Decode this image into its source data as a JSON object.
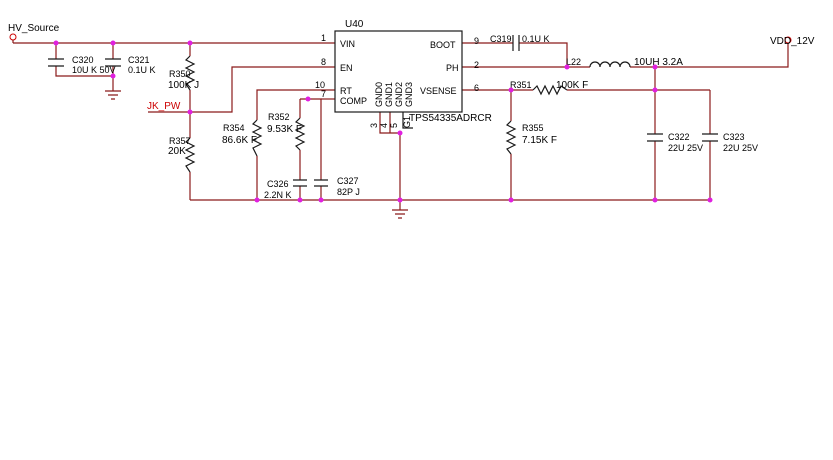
{
  "nets": {
    "hv_source": "HV_Source",
    "vdd_12v": "VDD_12V",
    "jk_pw": "JK_PW"
  },
  "ic": {
    "ref": "U40",
    "part": "TPS54335ADRCR",
    "pins_left": [
      {
        "num": "1",
        "name": "VIN"
      },
      {
        "num": "8",
        "name": "EN"
      },
      {
        "num": "10",
        "name": "RT"
      },
      {
        "num": "7",
        "name": "COMP"
      }
    ],
    "pins_right": [
      {
        "num": "9",
        "name": "BOOT"
      },
      {
        "num": "2",
        "name": "PH"
      },
      {
        "num": "6",
        "name": "VSENSE"
      }
    ],
    "pins_bottom": [
      {
        "num": "3",
        "name": "GND0"
      },
      {
        "num": "4",
        "name": "GND1"
      },
      {
        "num": "5",
        "name": "GND2"
      },
      {
        "num": "",
        "name": "GND3"
      },
      {
        "num": "",
        "name": "G1"
      }
    ]
  },
  "components": {
    "C320": {
      "ref": "C320",
      "value": "10U K 50V"
    },
    "C321": {
      "ref": "C321",
      "value": "0.1U K"
    },
    "R350": {
      "ref": "R350",
      "value": "100K J"
    },
    "R357": {
      "ref": "R357",
      "value": "20K"
    },
    "R354": {
      "ref": "R354",
      "value": "86.6K F"
    },
    "R352": {
      "ref": "R352",
      "value": "9.53K F"
    },
    "C326": {
      "ref": "C326",
      "value": "2.2N K"
    },
    "C327": {
      "ref": "C327",
      "value": "82P J"
    },
    "C319": {
      "ref": "C319",
      "value": "0.1U K"
    },
    "L22": {
      "ref": "L22",
      "value": "10UH 3.2A"
    },
    "R351": {
      "ref": "R351",
      "value": "100K F"
    },
    "R355": {
      "ref": "R355",
      "value": "7.15K F"
    },
    "C322": {
      "ref": "C322",
      "value": "22U 25V"
    },
    "C323": {
      "ref": "C323",
      "value": "22U 25V"
    }
  }
}
